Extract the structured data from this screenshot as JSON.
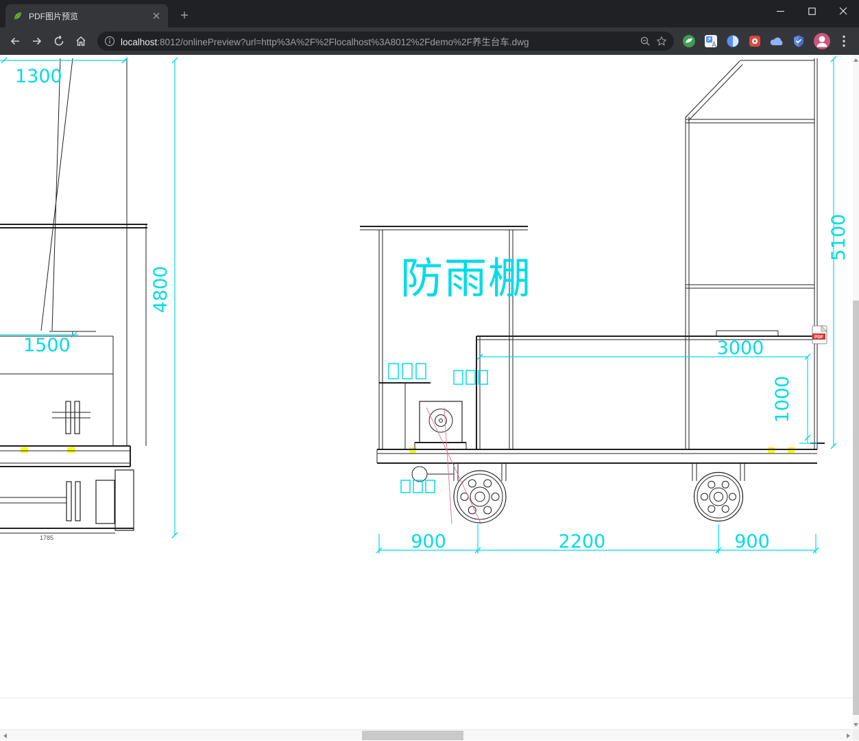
{
  "browser": {
    "tab_title": "PDF图片预览",
    "url": {
      "host": "localhost",
      "rest": ":8012/onlinePreview?url=http%3A%2F%2Flocalhost%3A8012%2Fdemo%2F养生台车.dwg"
    }
  },
  "drawing": {
    "shelter_label": "防雨棚",
    "pdf_icon_label": "PDF",
    "dimensions": {
      "boom_width": "1300",
      "mast_height": "4800",
      "cab_width": "1500",
      "base_note": "1785",
      "total_height": "5100",
      "deck_length": "3000",
      "deck_depth": "1000",
      "front_overhang": "900",
      "wheelbase": "2200",
      "rear_overhang": "900"
    },
    "colors": {
      "dimension": "#00dce8",
      "line": "#1f1f1f",
      "highlight": "#ffff00",
      "construction": "#d4708e"
    }
  }
}
